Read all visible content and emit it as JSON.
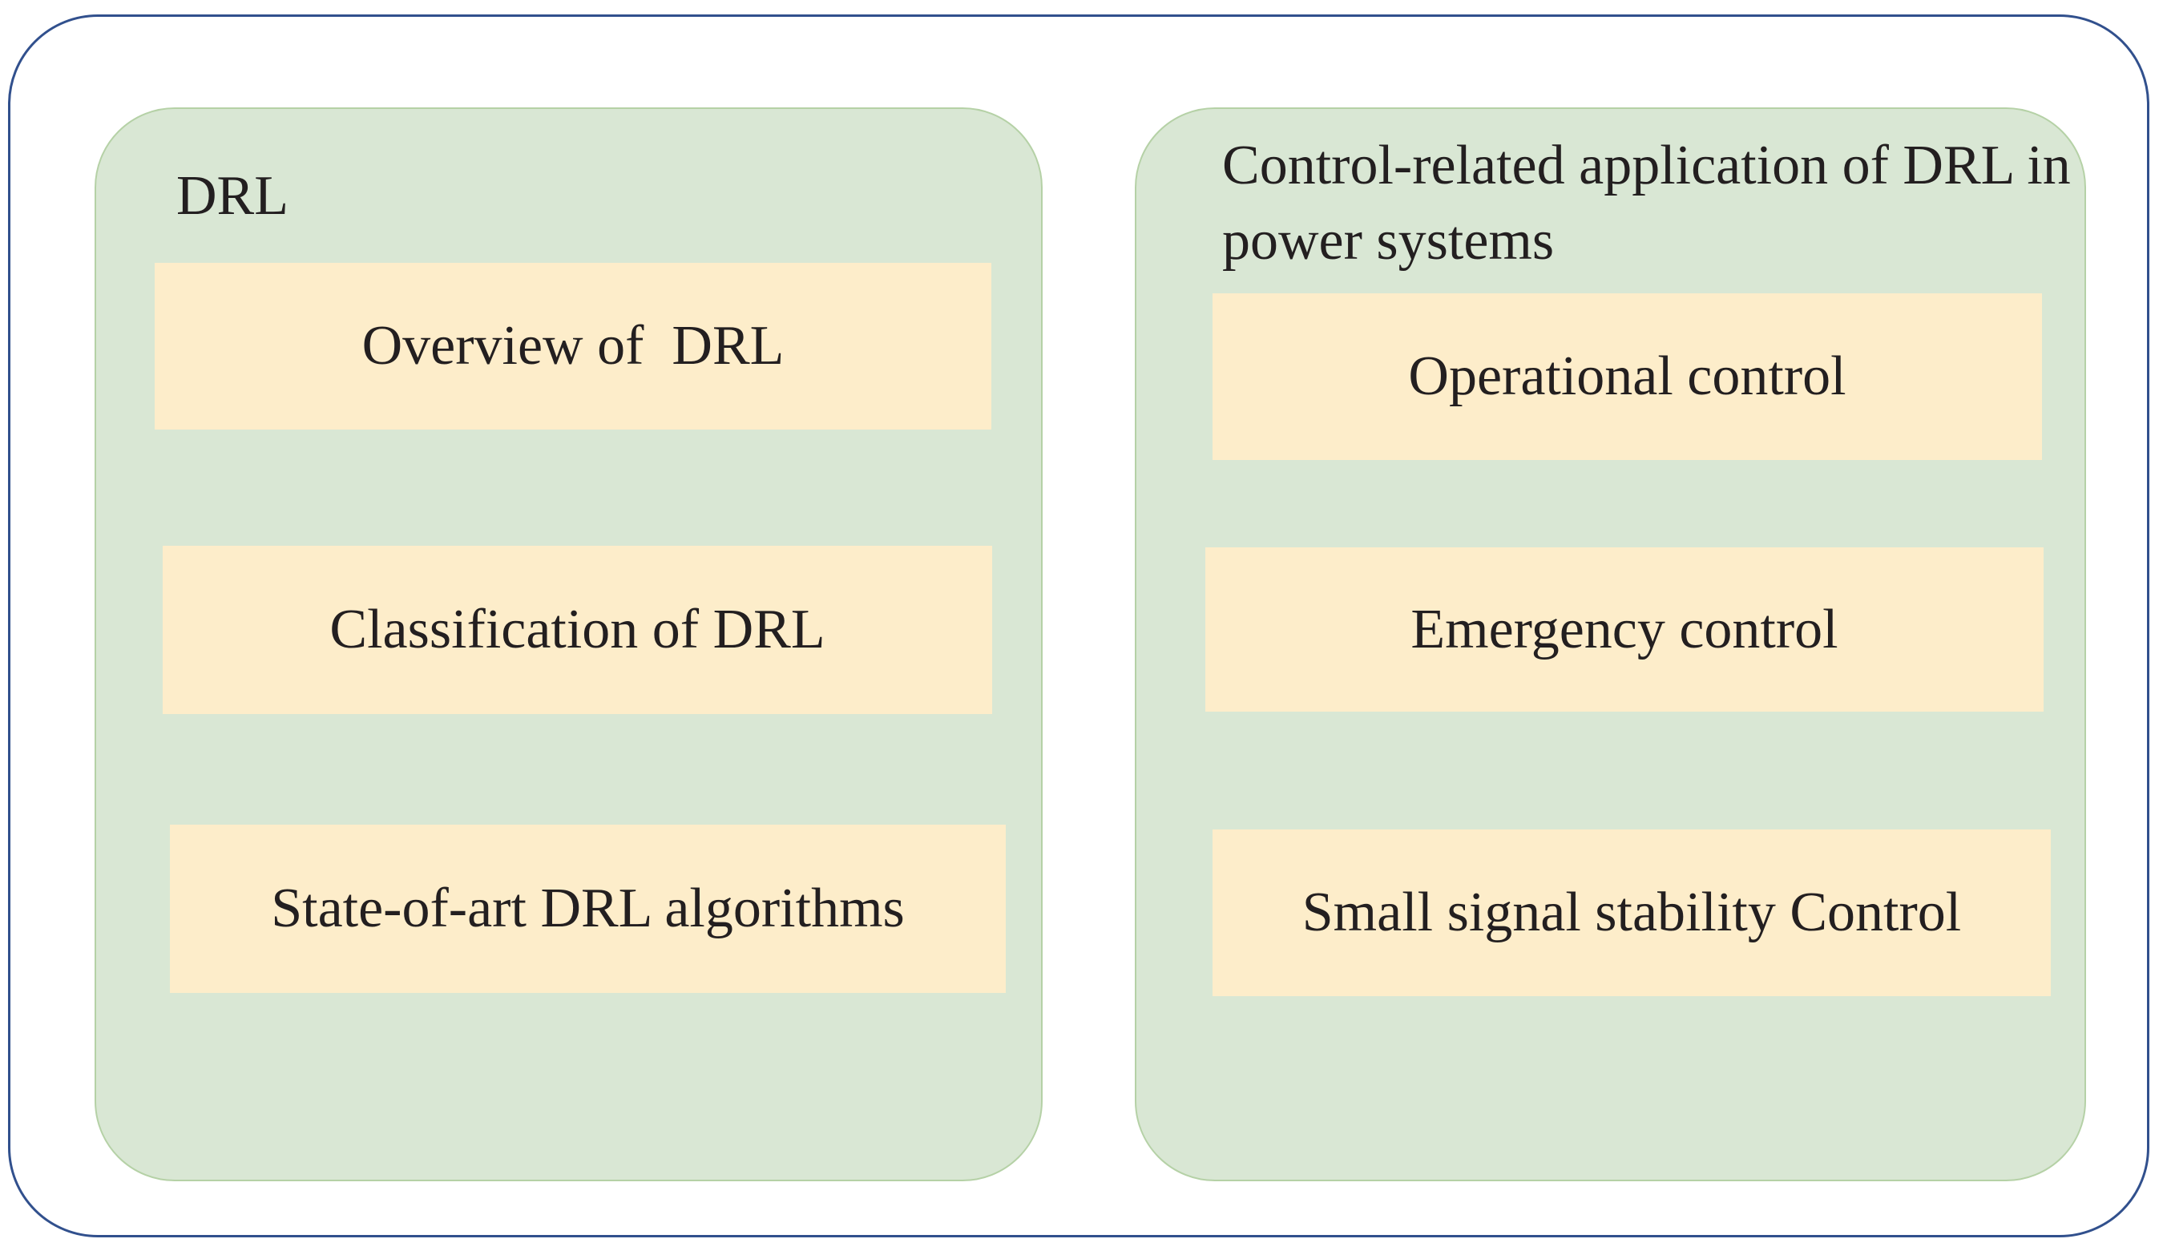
{
  "figure": {
    "type": "diagram",
    "panels": [
      {
        "id": "drl",
        "title": "DRL",
        "items": [
          "Overview of  DRL",
          "Classification of DRL",
          "State-of-art DRL algorithms"
        ]
      },
      {
        "id": "applications",
        "title": "Control-related application of DRL in power systems",
        "items": [
          "Operational control",
          "Emergency control",
          "Small signal stability Control"
        ]
      }
    ],
    "colors": {
      "outer_border": "#31508d",
      "panel_fill": "#d9e7d4",
      "panel_border": "#b5d1a6",
      "item_fill": "#fdedca",
      "text": "#231f20"
    }
  }
}
